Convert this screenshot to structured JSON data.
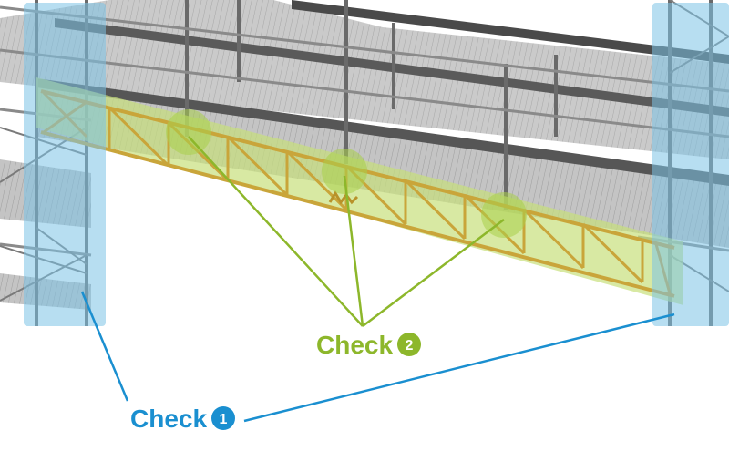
{
  "callouts": {
    "check1": {
      "text": "Check",
      "number": "1",
      "color": "#1a8fd0"
    },
    "check2": {
      "text": "Check",
      "number": "2",
      "color": "#8db72b"
    }
  },
  "colors": {
    "highlight_blue": "#7cc3e6",
    "highlight_green": "#c8e07c",
    "truss": "#c9a53a",
    "deck": "#bdbdbd",
    "steel": "#6e6e6e"
  }
}
